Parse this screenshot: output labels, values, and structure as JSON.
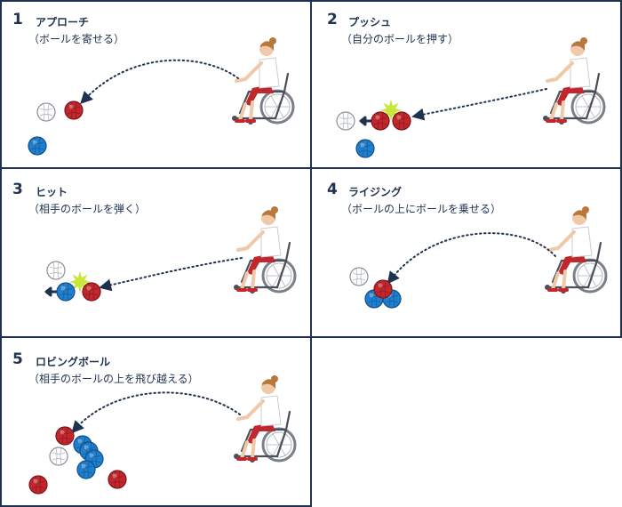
{
  "panels": [
    {
      "number": "1",
      "title": "アプローチ",
      "subtitle": "（ボールを寄せる）"
    },
    {
      "number": "2",
      "title": "プッシュ",
      "subtitle": "（自分のボールを押す）"
    },
    {
      "number": "3",
      "title": "ヒット",
      "subtitle": "（相手のボールを弾く）"
    },
    {
      "number": "4",
      "title": "ライジング",
      "subtitle": "（ボールの上にボールを乗せる）"
    },
    {
      "number": "5",
      "title": "ロビングボール",
      "subtitle": "（相手のボールの上を飛び越える）"
    }
  ],
  "colors": {
    "border": "#1f3250",
    "red_ball": "#c1272d",
    "blue_ball": "#1f7fcf",
    "white_ball": "#ffffff",
    "trajectory": "#1f3250",
    "impact_star": "#c8e63c"
  }
}
